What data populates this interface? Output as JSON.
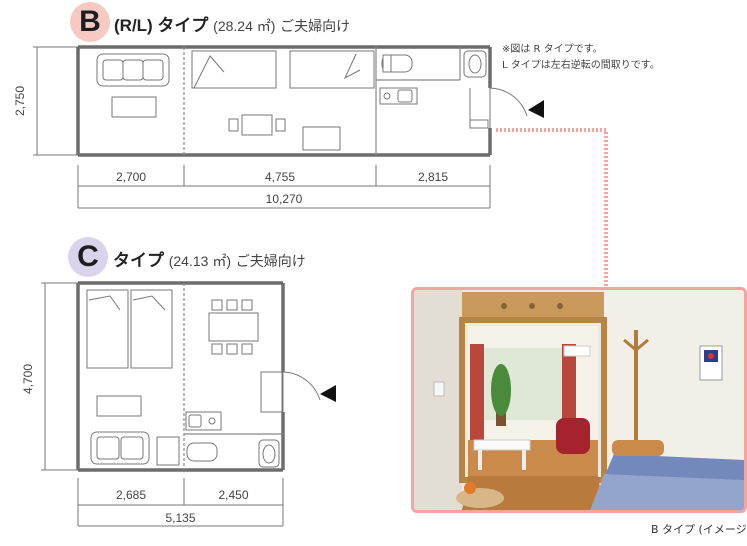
{
  "type_b": {
    "badge": "B",
    "title_main": "(R/L) タイプ",
    "title_area": "(28.24 ㎡)",
    "title_suffix": "ご夫婦向け",
    "note_line1": "※図は R タイプです。",
    "note_line2": "L タイプは左右逆転の間取りです。",
    "height_dim": "2,750",
    "width_dims": [
      "2,700",
      "4,755",
      "2,815"
    ],
    "total_width": "10,270"
  },
  "type_c": {
    "badge": "C",
    "title_main": "タイプ",
    "title_area": "(24.13 ㎡)",
    "title_suffix": "ご夫婦向け",
    "height_dim": "4,700",
    "width_dims": [
      "2,685",
      "2,450"
    ],
    "total_width": "5,135"
  },
  "photo_caption": "B タイプ (イメージ)",
  "colors": {
    "badge_b": "#f6c9c3",
    "badge_c": "#d9d3ec",
    "wall": "#6d6d6d",
    "pink_link": "#f3a59e"
  }
}
